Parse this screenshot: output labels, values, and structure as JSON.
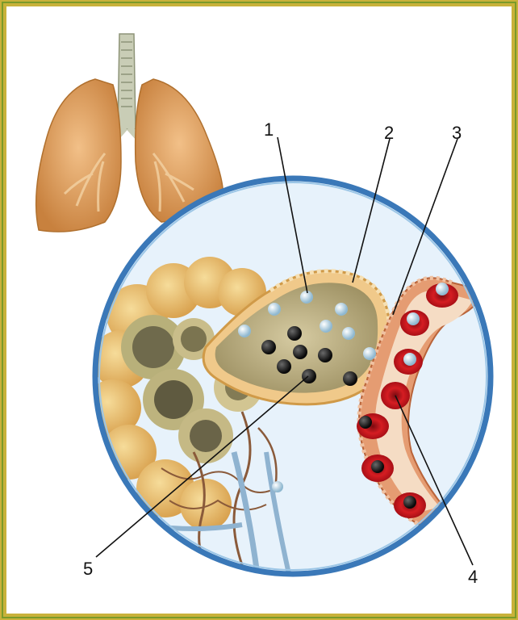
{
  "labels": [
    {
      "id": "1",
      "text": "1"
    },
    {
      "id": "2",
      "text": "2"
    },
    {
      "id": "3",
      "text": "3"
    },
    {
      "id": "4",
      "text": "4"
    },
    {
      "id": "5",
      "text": "5"
    }
  ],
  "colors": {
    "frame_outer": "#7a9a2a",
    "frame_inner": "#c9b23a",
    "lung": "#e0a25a",
    "circle_border": "#3a78b8",
    "alveoli": "#e8b860",
    "vessel_wall": "#e3906a",
    "red_blood_cell": "#c8141e",
    "oxygen": "#d8ecf6",
    "carbon_dioxide": "#222222"
  },
  "icons": [
    "lungs-icon",
    "magnifier-circle-icon"
  ]
}
